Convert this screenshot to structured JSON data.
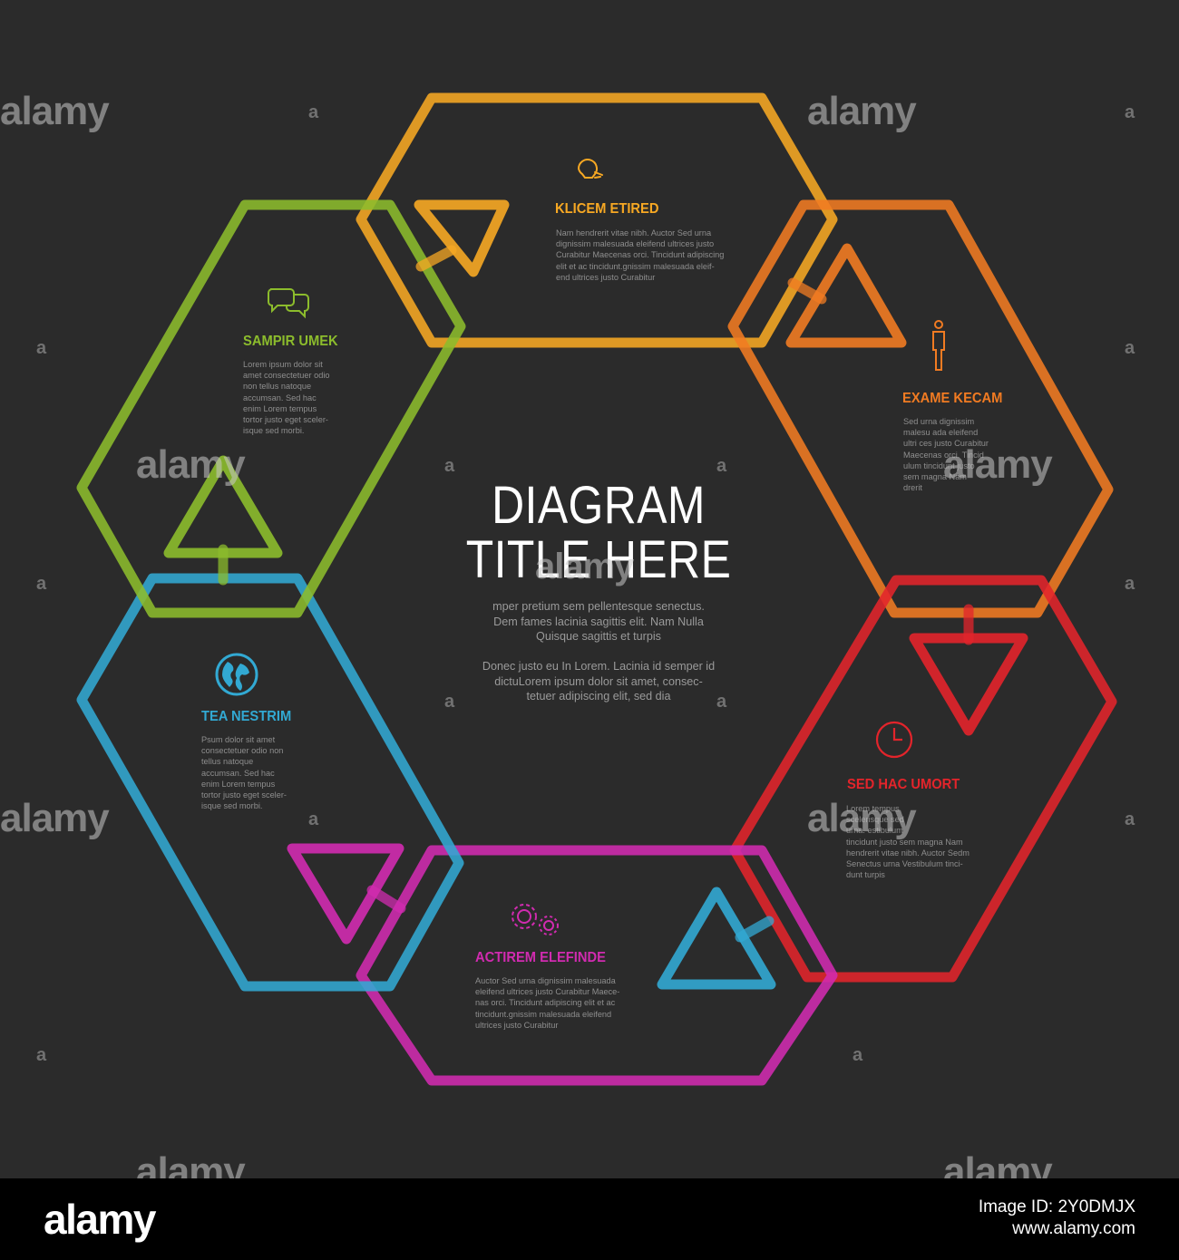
{
  "center": {
    "title_line1": "DIAGRAM",
    "title_line2": "TITLE HERE",
    "para1": "mper pretium sem pellentesque senectus.\nDem fames lacinia sagittis elit. Nam Nulla\nQuisque sagittis et turpis",
    "para2": "Donec justo eu In Lorem. Lacinia id semper id\ndictuLorem ipsum dolor sit amet, consec-\ntetuer adipiscing elit, sed dia"
  },
  "steps": [
    {
      "id": "top",
      "title": "KLICEM ETIRED",
      "icon": "lightbulb-icon",
      "color": "#f7a823",
      "body": "Nam hendrerit vitae nibh. Auctor Sed urna\ndignissim malesuada eleifend ultrices justo\nCurabitur Maecenas orci. Tincidunt adipiscing\nelit et ac tincidunt.gnissim malesuada eleif-\nend ultrices justo Curabitur"
    },
    {
      "id": "upper-right",
      "title": "EXAME KECAM",
      "icon": "person-icon",
      "color": "#f17b22",
      "body": "Sed urna dignissim\nmalesu ada eleifend\nultri ces justo Curabitur\nMaecenas orci. Tincid\nulum tincidunt justo\nsem magna Nam\ndrerit"
    },
    {
      "id": "lower-right",
      "title": "SED HAC UMORT",
      "icon": "clock-icon",
      "color": "#e3242b",
      "body": "Lorem tempus\nscelerisque sed\nurna. estibulum\ntincidunt justo sem magna Nam\nhendrerit vitae nibh. Auctor Sedm\nSenectus urna Vestibulum tinci-\ndunt turpis"
    },
    {
      "id": "bottom",
      "title": "ACTIREM ELEFINDE",
      "icon": "gears-icon",
      "color": "#d12bb0",
      "body": "Auctor Sed urna dignissim malesuada\neleifend ultrices justo Curabitur Maece-\nnas orci. Tincidunt adipiscing elit et ac\ntincidunt.gnissim malesuada eleifend\nultrices justo Curabitur"
    },
    {
      "id": "lower-left",
      "title": "TEA NESTRIM",
      "icon": "globe-icon",
      "color": "#32a9d3",
      "body": "Psum dolor sit amet\nconsectetuer odio non\ntellus natoque\naccumsan. Sed hac\nenim Lorem tempus\ntortor justo eget sceler-\nisque sed morbi."
    },
    {
      "id": "upper-left",
      "title": "SAMPIR UMEK",
      "icon": "chat-bubbles-icon",
      "color": "#8cbc2c",
      "body": "Lorem ipsum dolor sit\namet consectetuer odio\nnon tellus natoque\naccumsan. Sed hac\nenim Lorem tempus\ntortor justo eget sceler-\nisque sed morbi."
    }
  ],
  "watermark": {
    "text": "alamy",
    "letter": "a"
  },
  "footer": {
    "logo": "alamy",
    "image_id": "Image ID: 2Y0DMJX",
    "site": "www.alamy.com"
  }
}
